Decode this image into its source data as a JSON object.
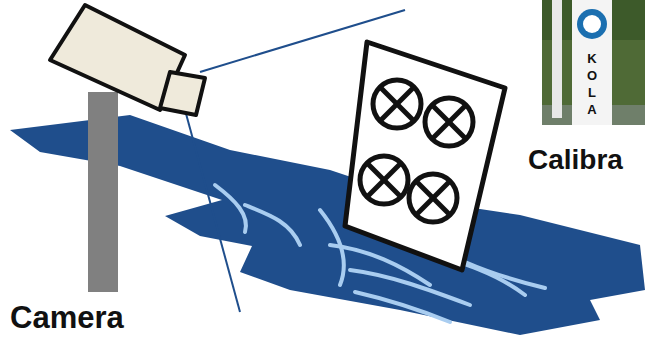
{
  "diagram": {
    "labels": [
      "Camera",
      "Calibra",
      "KOLA"
    ]
  }
}
